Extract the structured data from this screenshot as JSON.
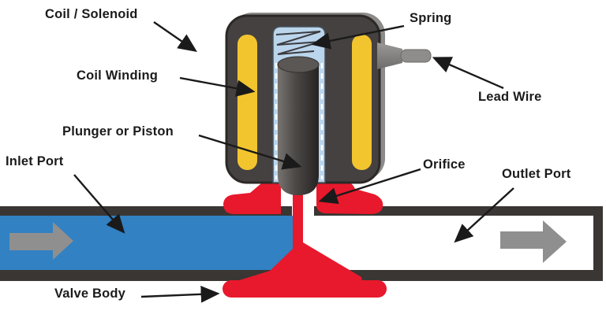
{
  "diagram": {
    "type": "solenoid-valve-cutaway",
    "labels": {
      "coil_solenoid": "Coil / Solenoid",
      "coil_winding": "Coil Winding",
      "plunger": "Plunger or Piston",
      "inlet_port": "Inlet Port",
      "spring": "Spring",
      "lead_wire": "Lead Wire",
      "orifice": "Orifice",
      "outlet_port": "Outlet Port",
      "valve_body": "Valve Body"
    },
    "colors": {
      "valve_red": "#e8192c",
      "inlet_flow_blue": "#3181c3",
      "coil_yellow": "#f2c52f",
      "solenoid_body_dark": "#454140",
      "pipe_wall": "#3a3634",
      "spring_chamber_blue": "#bad5ec",
      "flow_arrow_gray": "#8f8f8f",
      "lead_wire_gray": "#8a8a8a",
      "body_highlight_gray": "#8d8b89"
    }
  }
}
